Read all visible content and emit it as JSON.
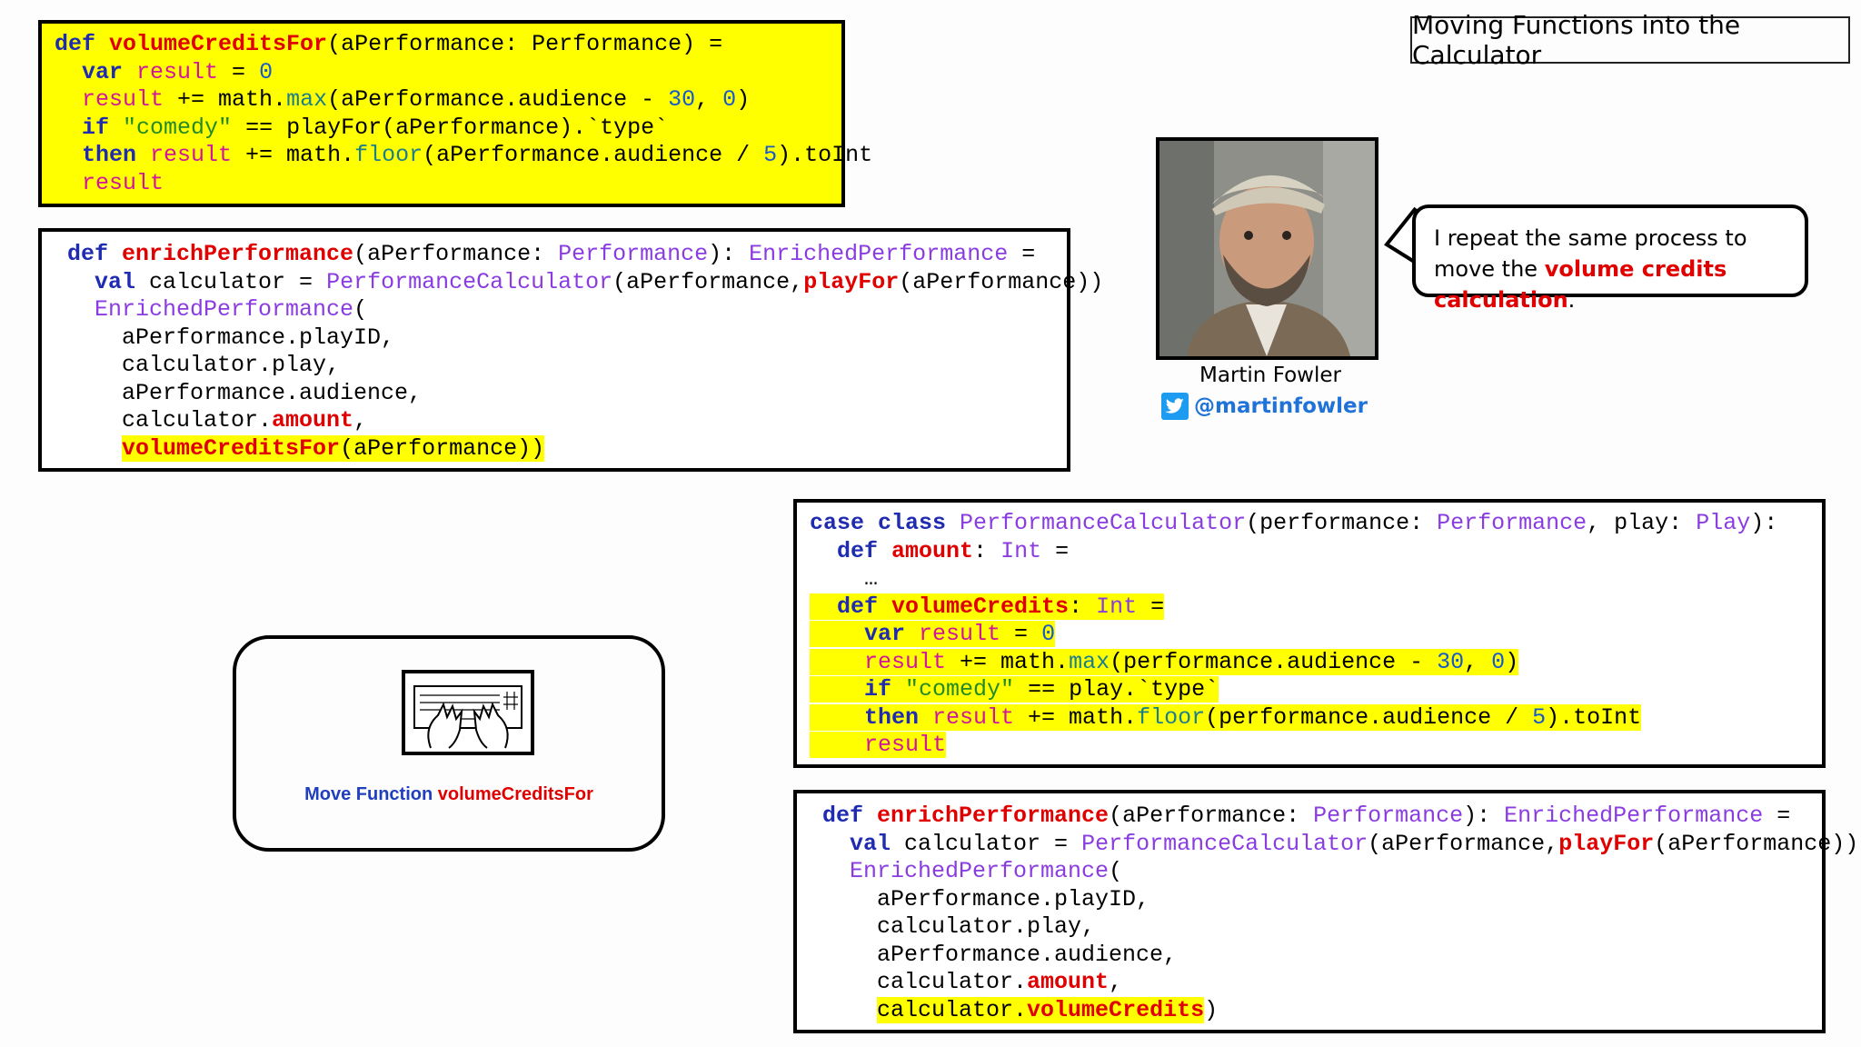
{
  "slide_title": "Moving Functions into the Calculator",
  "bubble": {
    "text_before": "I repeat the same process to move the ",
    "highlight": "volume credits calculation",
    "text_after": "."
  },
  "author": {
    "name": "Martin Fowler",
    "handle": "@martinfowler",
    "social_icon": "twitter-icon"
  },
  "step": {
    "icon": "keyboard-hands-icon",
    "label_action": "Move Function",
    "label_target": "volumeCreditsFor"
  },
  "colors": {
    "keyword": "#1f2bb0",
    "function": "#e00000",
    "variable": "#d1159d",
    "type": "#8a3ce0",
    "number": "#1659c9",
    "string": "#238a23",
    "method": "#1b7f8a",
    "highlight": "#ffff00",
    "bubble_accent": "#e00000",
    "twitter": "#1d9bf0"
  },
  "code_blocks": [
    {
      "name": "volume-credits-for-code",
      "lines": [
        [
          [
            "kw",
            "def "
          ],
          [
            "fn",
            "volumeCreditsFor"
          ],
          [
            "",
            "(aPerformance: Performance) ="
          ]
        ],
        [
          [
            "",
            "  "
          ],
          [
            "kw",
            "var "
          ],
          [
            "vr",
            "result"
          ],
          [
            "",
            " = "
          ],
          [
            "nu",
            "0"
          ]
        ],
        [
          [
            "",
            "  "
          ],
          [
            "vr",
            "result"
          ],
          [
            "",
            " += math."
          ],
          [
            "mt",
            "max"
          ],
          [
            "",
            "(aPerformance.audience - "
          ],
          [
            "nu",
            "30"
          ],
          [
            "",
            ", "
          ],
          [
            "nu",
            "0"
          ],
          [
            "",
            ")"
          ]
        ],
        [
          [
            "",
            "  "
          ],
          [
            "kw",
            "if "
          ],
          [
            "st",
            "\"comedy\""
          ],
          [
            "",
            " == playFor(aPerformance).`type`"
          ]
        ],
        [
          [
            "",
            "  "
          ],
          [
            "kw",
            "then "
          ],
          [
            "vr",
            "result"
          ],
          [
            "",
            " += math."
          ],
          [
            "mt",
            "floor"
          ],
          [
            "",
            "(aPerformance.audience / "
          ],
          [
            "nu",
            "5"
          ],
          [
            "",
            ").toInt"
          ]
        ],
        [
          [
            "",
            "  "
          ],
          [
            "vr",
            "result"
          ]
        ]
      ]
    },
    {
      "name": "enrich-performance-code-before",
      "lines": [
        [
          [
            "kw",
            "def "
          ],
          [
            "fn",
            "enrichPerformance"
          ],
          [
            "",
            "(aPerformance: "
          ],
          [
            "ty",
            "Performance"
          ],
          [
            "",
            "): "
          ],
          [
            "ty",
            "EnrichedPerformance"
          ],
          [
            "",
            " ="
          ]
        ],
        [
          [
            "",
            "  "
          ],
          [
            "kw",
            "val"
          ],
          [
            "",
            " calculator = "
          ],
          [
            "ty",
            "PerformanceCalculator"
          ],
          [
            "",
            "(aPerformance,"
          ],
          [
            "fn",
            "playFor"
          ],
          [
            "",
            "(aPerformance))"
          ]
        ],
        [
          [
            "",
            "  "
          ],
          [
            "ty",
            "EnrichedPerformance"
          ],
          [
            "",
            "("
          ]
        ],
        [
          [
            "",
            "    aPerformance.playID,"
          ]
        ],
        [
          [
            "",
            "    calculator.play,"
          ]
        ],
        [
          [
            "",
            "    aPerformance.audience,"
          ]
        ],
        [
          [
            "",
            "    calculator."
          ],
          [
            "fn",
            "amount"
          ],
          [
            "",
            ","
          ]
        ],
        [
          [
            "",
            "    "
          ],
          [
            "fn hl",
            "volumeCreditsFor"
          ],
          [
            "hl",
            "(aPerformance)"
          ],
          [
            "hl",
            ")"
          ]
        ]
      ]
    },
    {
      "name": "performance-calculator-code",
      "lines": [
        [
          [
            "kw",
            "case class "
          ],
          [
            "ty",
            "PerformanceCalculator"
          ],
          [
            "",
            "(performance: "
          ],
          [
            "ty",
            "Performance"
          ],
          [
            "",
            ", play: "
          ],
          [
            "ty",
            "Play"
          ],
          [
            "",
            "):"
          ]
        ],
        [
          [
            "",
            "  "
          ],
          [
            "kw",
            "def "
          ],
          [
            "fn",
            "amount"
          ],
          [
            "",
            ": "
          ],
          [
            "ty",
            "Int"
          ],
          [
            "",
            " ="
          ]
        ],
        [
          [
            "",
            "    …"
          ]
        ],
        [
          [
            "hl",
            "  "
          ],
          [
            "kw hl",
            "def "
          ],
          [
            "fn hl",
            "volumeCredits"
          ],
          [
            "hl",
            ": "
          ],
          [
            "ty hl",
            "Int"
          ],
          [
            "hl",
            " ="
          ]
        ],
        [
          [
            "hl",
            "    "
          ],
          [
            "kw hl",
            "var "
          ],
          [
            "vr hl",
            "result"
          ],
          [
            "hl",
            " = "
          ],
          [
            "nu hl",
            "0"
          ]
        ],
        [
          [
            "hl",
            "    "
          ],
          [
            "vr hl",
            "result"
          ],
          [
            "hl",
            " += math."
          ],
          [
            "mt hl",
            "max"
          ],
          [
            "hl",
            "(performance.audience - "
          ],
          [
            "nu hl",
            "30"
          ],
          [
            "hl",
            ", "
          ],
          [
            "nu hl",
            "0"
          ],
          [
            "hl",
            ")"
          ]
        ],
        [
          [
            "hl",
            "    "
          ],
          [
            "kw hl",
            "if "
          ],
          [
            "st hl",
            "\"comedy\""
          ],
          [
            "hl",
            " == play.`type`"
          ]
        ],
        [
          [
            "hl",
            "    "
          ],
          [
            "kw hl",
            "then "
          ],
          [
            "vr hl",
            "result"
          ],
          [
            "hl",
            " += math."
          ],
          [
            "mt hl",
            "floor"
          ],
          [
            "hl",
            "(performance.audience / "
          ],
          [
            "nu hl",
            "5"
          ],
          [
            "hl",
            ").toInt"
          ]
        ],
        [
          [
            "hl",
            "    "
          ],
          [
            "vr hl",
            "result"
          ]
        ]
      ]
    },
    {
      "name": "enrich-performance-code-after",
      "lines": [
        [
          [
            "kw",
            "def "
          ],
          [
            "fn",
            "enrichPerformance"
          ],
          [
            "",
            "(aPerformance: "
          ],
          [
            "ty",
            "Performance"
          ],
          [
            "",
            "): "
          ],
          [
            "ty",
            "EnrichedPerformance"
          ],
          [
            "",
            " ="
          ]
        ],
        [
          [
            "",
            "  "
          ],
          [
            "kw",
            "val"
          ],
          [
            "",
            " calculator = "
          ],
          [
            "ty",
            "PerformanceCalculator"
          ],
          [
            "",
            "(aPerformance,"
          ],
          [
            "fn",
            "playFor"
          ],
          [
            "",
            "(aPerformance))"
          ]
        ],
        [
          [
            "",
            "  "
          ],
          [
            "ty",
            "EnrichedPerformance"
          ],
          [
            "",
            "("
          ]
        ],
        [
          [
            "",
            "    aPerformance.playID,"
          ]
        ],
        [
          [
            "",
            "    calculator.play,"
          ]
        ],
        [
          [
            "",
            "    aPerformance.audience,"
          ]
        ],
        [
          [
            "",
            "    calculator."
          ],
          [
            "fn",
            "amount"
          ],
          [
            "",
            ","
          ]
        ],
        [
          [
            "",
            "    "
          ],
          [
            "hl",
            "calculator."
          ],
          [
            "fn hl",
            "volumeCredits"
          ],
          [
            "",
            ")"
          ]
        ]
      ]
    }
  ]
}
